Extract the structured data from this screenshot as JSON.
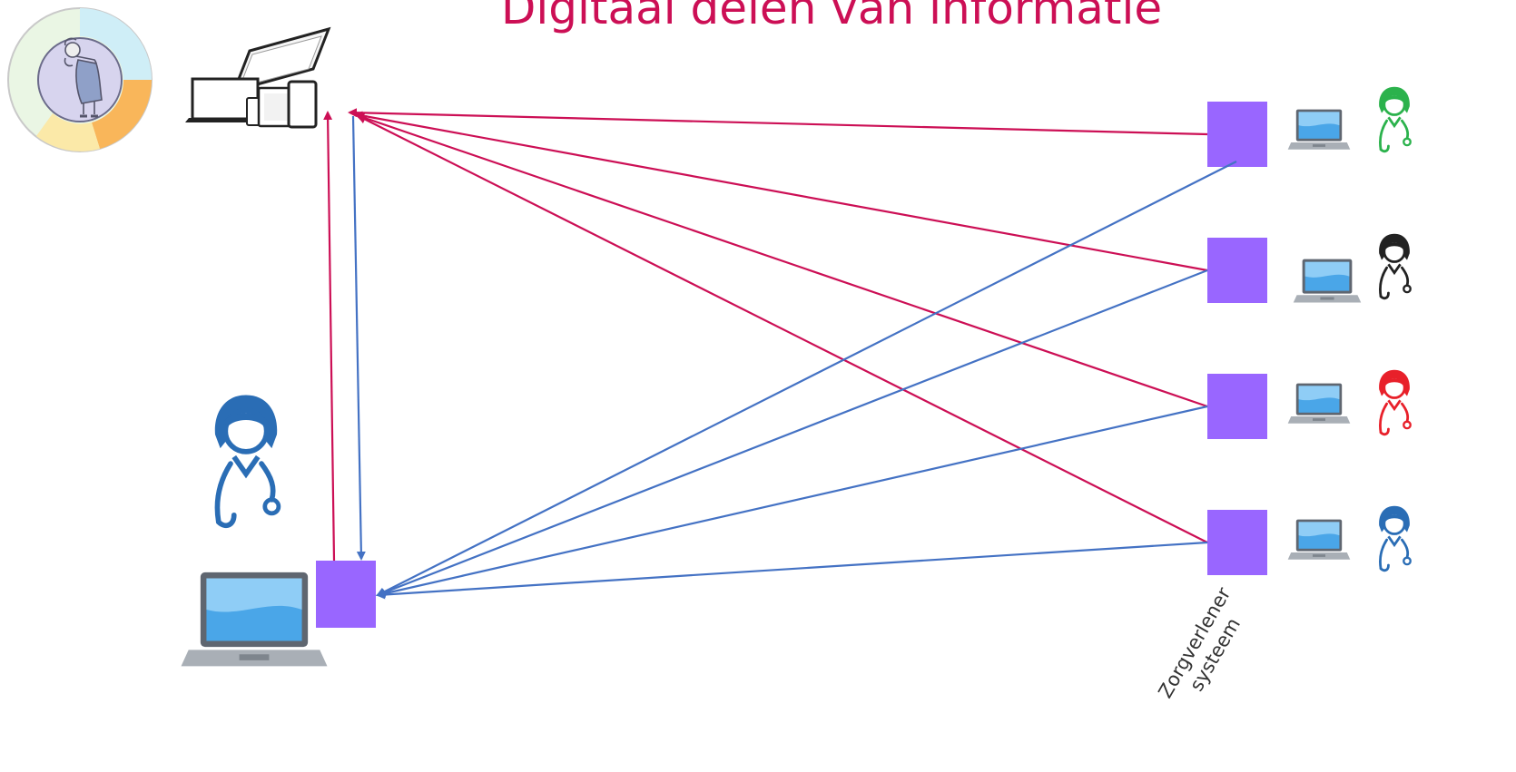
{
  "slide": {
    "title": "Digitaal delen van informatie",
    "rotated_label_line1": "Zorgverlener",
    "rotated_label_line2": "systeem"
  },
  "colors": {
    "title": "#cc0f55",
    "arrow_to_patient": "#cc0f55",
    "arrow_to_coordinator": "#4472c4",
    "system_box": "#9966ff",
    "provider_green": "#2bb24c",
    "provider_black": "#222222",
    "provider_red": "#e8202a",
    "provider_blue": "#2a6db5",
    "coordinator": "#2a6db5"
  },
  "icons": {
    "patient_portrait": "patient-portrait-icon",
    "devices": "devices-icon",
    "laptop": "laptop-icon",
    "provider": "healthcare-provider-icon"
  },
  "diagram": {
    "providers": [
      "provider-green",
      "provider-black",
      "provider-red",
      "provider-blue"
    ],
    "flows": "Each provider system sends to the patient devices (red) and to the coordinating system (blue); the coordinating system and the patient devices exchange both ways."
  }
}
